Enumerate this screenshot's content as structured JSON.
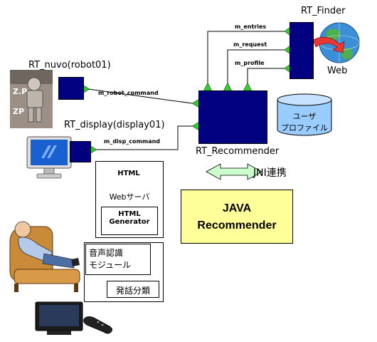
{
  "components": {
    "finder": {
      "name": "RT_Finder",
      "web_label": "Web"
    },
    "nuvo": {
      "name": "RT_nuvo(robot01)"
    },
    "display": {
      "name": "RT_display(display01)"
    },
    "recommender": {
      "name": "RT_Recommender"
    }
  },
  "ports": {
    "entries": "m_entries",
    "request": "m_request",
    "profile": "m_profile",
    "robot_command": "m_robot_command",
    "disp_command": "m_disp_command"
  },
  "database": {
    "line1": "ユーザ",
    "line2": "プロファイル"
  },
  "jni": {
    "label": "JNI連携"
  },
  "java": {
    "line1": "JAVA",
    "line2": "Recommender"
  },
  "web_server": {
    "html_icon": "HTML",
    "label": "Webサーバ",
    "generator_line1": "HTML",
    "generator_line2": "Generator"
  },
  "speech": {
    "line1": "音声認識",
    "line2": "モジュール",
    "classify": "発話分類"
  },
  "colors": {
    "component_fill": "#000080",
    "port_fill": "#33cc33",
    "java_fill": "#ffff99",
    "database_fill": "#99ccff",
    "jni_arrow_fill": "#ccffcc"
  },
  "icons": [
    "globe-icon",
    "robot-photo-icon",
    "monitor-icon",
    "person-on-sofa-icon",
    "microphone-icon",
    "tv-icon",
    "remote-control-icon",
    "html-document-icon"
  ]
}
